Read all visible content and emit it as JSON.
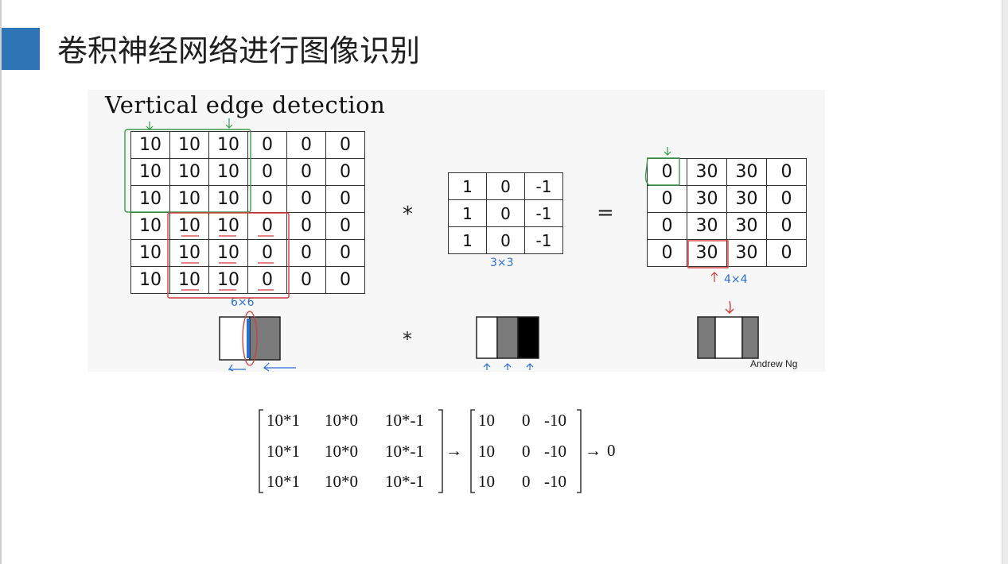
{
  "slide": {
    "title": "卷积神经网络进行图像识别",
    "accent_color": "#2f75b5"
  },
  "figure": {
    "title": "Vertical edge detection",
    "input_matrix": [
      [
        "10",
        "10",
        "10",
        "0",
        "0",
        "0"
      ],
      [
        "10",
        "10",
        "10",
        "0",
        "0",
        "0"
      ],
      [
        "10",
        "10",
        "10",
        "0",
        "0",
        "0"
      ],
      [
        "10",
        "10",
        "10",
        "0",
        "0",
        "0"
      ],
      [
        "10",
        "10",
        "10",
        "0",
        "0",
        "0"
      ],
      [
        "10",
        "10",
        "10",
        "0",
        "0",
        "0"
      ]
    ],
    "input_size_note": "6×6",
    "convolve_symbol": "*",
    "filter_matrix": [
      [
        "1",
        "0",
        "-1"
      ],
      [
        "1",
        "0",
        "-1"
      ],
      [
        "1",
        "0",
        "-1"
      ]
    ],
    "filter_size_note": "3×3",
    "equals_symbol": "=",
    "output_matrix": [
      [
        "0",
        "30",
        "30",
        "0"
      ],
      [
        "0",
        "30",
        "30",
        "0"
      ],
      [
        "0",
        "30",
        "30",
        "0"
      ],
      [
        "0",
        "30",
        "30",
        "0"
      ]
    ],
    "output_size_note": "4×4",
    "bottom_convolve_symbol": "*",
    "credit": "Andrew Ng",
    "annotation_colors": {
      "green": "#3a9a4a",
      "red": "#d43a3a",
      "blue": "#2a6fd4"
    }
  },
  "formula": {
    "left_rows": [
      [
        "10*1",
        "10*0",
        "10*-1"
      ],
      [
        "10*1",
        "10*0",
        "10*-1"
      ],
      [
        "10*1",
        "10*0",
        "10*-1"
      ]
    ],
    "arrow1": "→",
    "mid_rows": [
      [
        "10",
        "0",
        "-10"
      ],
      [
        "10",
        "0",
        "-10"
      ],
      [
        "10",
        "0",
        "-10"
      ]
    ],
    "arrow2": "→",
    "result": "0"
  }
}
